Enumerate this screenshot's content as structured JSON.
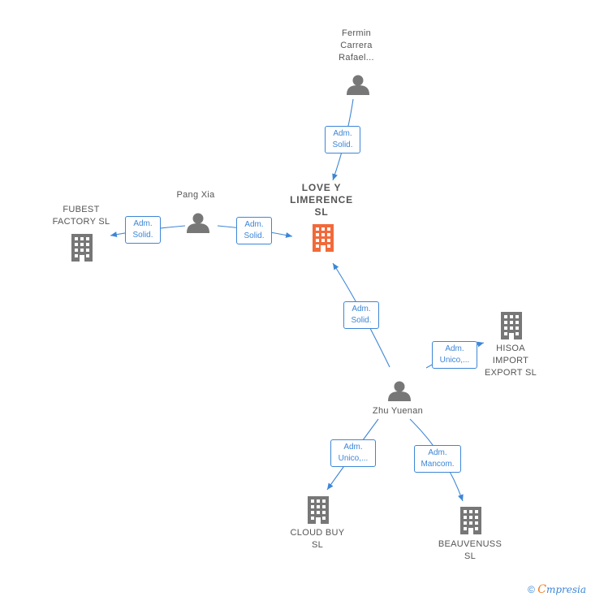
{
  "nodes": {
    "fermin": {
      "name": "Fermin\nCarrera\nRafael..."
    },
    "pang": {
      "name": "Pang Xia"
    },
    "zhu": {
      "name": "Zhu Yuenan"
    },
    "love": {
      "name": "LOVE Y\nLIMERENCE\nSL"
    },
    "fubest": {
      "name": "FUBEST\nFACTORY SL"
    },
    "hisoa": {
      "name": "HISOA\nIMPORT\nEXPORT SL"
    },
    "cloud": {
      "name": "CLOUD BUY\nSL"
    },
    "beauvenuss": {
      "name": "BEAUVENUSS\nSL"
    }
  },
  "edges": {
    "fermin_love": {
      "line1": "Adm.",
      "line2": "Solid."
    },
    "pang_fubest": {
      "line1": "Adm.",
      "line2": "Solid."
    },
    "pang_love": {
      "line1": "Adm.",
      "line2": "Solid."
    },
    "zhu_love": {
      "line1": "Adm.",
      "line2": "Solid."
    },
    "zhu_hisoa": {
      "line1": "Adm.",
      "line2": "Unico,..."
    },
    "zhu_cloud": {
      "line1": "Adm.",
      "line2": "Unico,..."
    },
    "zhu_beauvenuss": {
      "line1": "Adm.",
      "line2": "Mancom."
    }
  },
  "colors": {
    "edge": "#3d86d6",
    "person": "#777777",
    "company": "#777777",
    "highlight": "#f26a3a"
  },
  "footer": {
    "copyright": "©",
    "brand_initial": "C",
    "brand_rest": "mpresia"
  }
}
